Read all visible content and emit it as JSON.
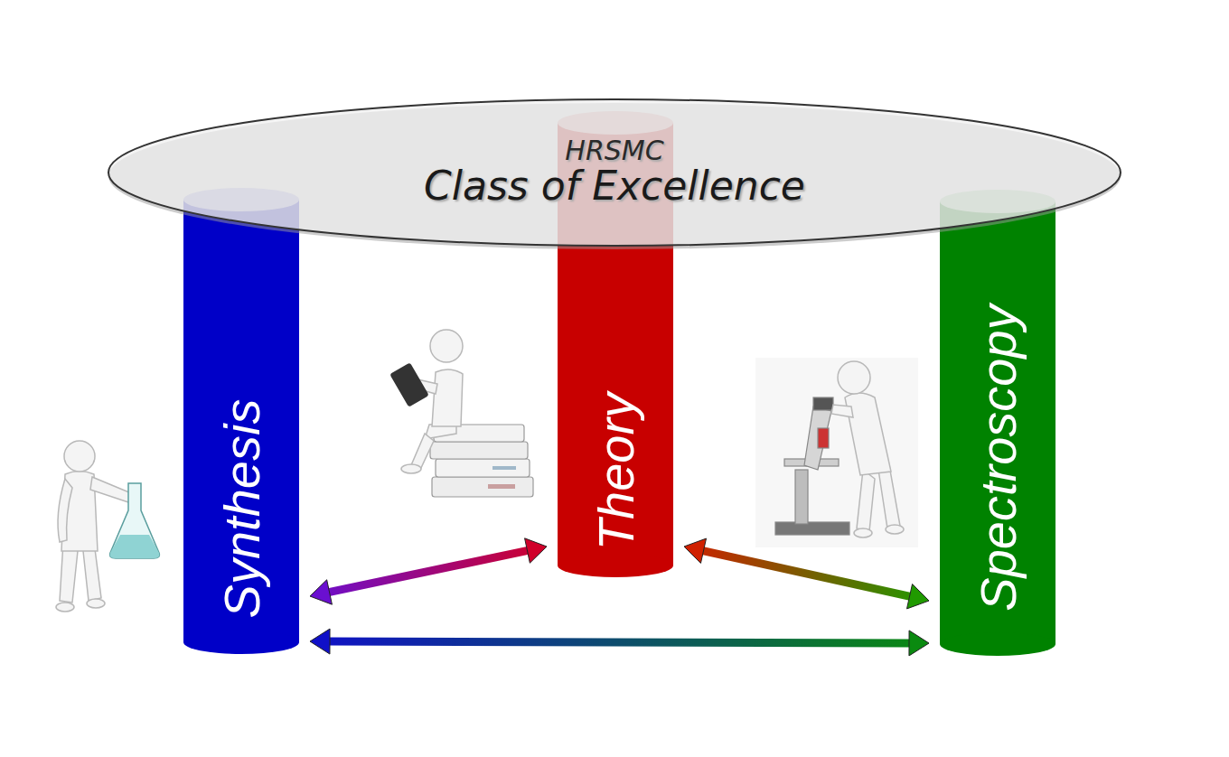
{
  "diagram": {
    "nodes": [
      {
        "text": [
          "HRSMC",
          "Class of Excellence"
        ]
      },
      {
        "text": [
          "Synthesis"
        ]
      },
      {
        "text": [
          "Theory"
        ]
      },
      {
        "text": [
          "Spectroscopy"
        ]
      }
    ],
    "edges": [
      {
        "from": 1,
        "to": 2,
        "arrow": "both"
      },
      {
        "from": 2,
        "to": 3,
        "arrow": "both"
      },
      {
        "from": 1,
        "to": 3,
        "arrow": "both"
      }
    ]
  }
}
